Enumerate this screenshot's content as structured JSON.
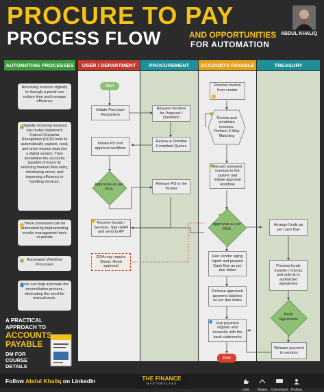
{
  "header": {
    "title_line1": "PROCURE TO PAY",
    "title_line2": "PROCESS FLOW",
    "subtitle_line1": "AND OPPORTUNITIES",
    "subtitle_line2": "FOR AUTOMATION",
    "author_name": "ABDUL KHALIQ"
  },
  "columns": [
    {
      "label": "AUTOMATING PROCESSES",
      "color": "#3d9c3f"
    },
    {
      "label": "USER / DEPARTMENT",
      "color": "#c33b2c"
    },
    {
      "label": "PROCUREMENT",
      "color": "#1f8f9a"
    },
    {
      "label": "ACCOUNTS PAYABLE",
      "color": "#e2a21c"
    },
    {
      "label": "TREASURY",
      "color": "#1f8f9a"
    }
  ],
  "notes": [
    "Receiving invoices digitally or through a portal can reduce time and increase efficiency",
    "Digitally receiving invoices also helps Implement Optical Character Recognition (OCR) tools to automatically capture, read, and enter invoice data into a digital system. They streamline the accounts payable process by reducing manual data entry, minimizing errors, and improving efficiency in handling invoices.",
    "These processes can be automated by implementing vendor management tools or portals",
    "Automated Workflow Processes",
    "Tools can help automate the reconciliation process, eliminating the need for manual work."
  ],
  "user_dept": {
    "start": "Start",
    "initiate_pr": "Initiate Purchase Requisition",
    "initiate_po": "Initiate PO and approval workflow",
    "approvals": "Approvals as per DOA",
    "receive_goods": "Receive Goods / Services. Sign GRN and send to AP",
    "doa_note": "DOA may require Depat. Head approval"
  },
  "procurement": {
    "request_vendors": "Request Vendors for Proposal / Quotation",
    "review_shortlist": "Review & Shortlist Compliant Quotes",
    "release_po": "Release PO to the Vendor"
  },
  "accounts_payable": {
    "receive_invoice": "Receive invoice from vendor",
    "review_invoices": "Review and scrutinize invoices. Perform 3-Way Matching",
    "record_invoices": "Record reviewed invoices in the system and initiate approval workflow",
    "approvals": "Approvals as per DOA",
    "run_aging": "Run Vendor aging report and prepare Cash flow as per due dates",
    "release_batches": "Release approved payment batches as per due dates",
    "run_payment": "Run payment register and reconcile with the bank statements",
    "end": "End"
  },
  "treasury": {
    "arrange_funds": "Arrange funds as per cash flow",
    "process_funds": "Process funds transfer / checks and submit to authorized signatories",
    "bank_signatories": "Bank Signatories",
    "release_payment": "Release payment to vendors"
  },
  "promo": {
    "line1": "A PRACTICAL",
    "line2": "APPROACH TO",
    "line3": "ACCOUNTS",
    "line4": "PAYABLE",
    "line5": "DM FOR",
    "line6": "COURSE",
    "line7": "DETAILS"
  },
  "footer": {
    "follow_prefix": "Follow",
    "follow_name": "Abdul Khaliq",
    "follow_suffix": "on LinkedIn",
    "brand_main": "THE FINANCE",
    "brand_sub": "MASTERCLASS",
    "actions": [
      "Like",
      "Share",
      "Comment",
      "Follow"
    ]
  },
  "colors": {
    "yellow": "#f5c218",
    "green_dot": "#8bc34a",
    "yellow_dot": "#f0b21a",
    "blue_dot": "#3b8fd6",
    "node_green": "#8fbf74",
    "end_red": "#d9402b"
  }
}
